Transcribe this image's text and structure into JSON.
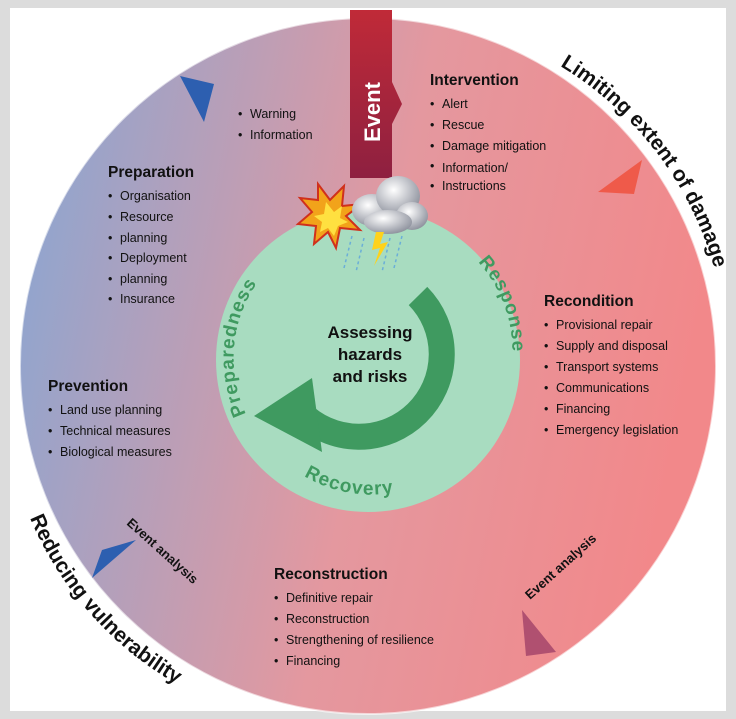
{
  "colors": {
    "circle_blue": "#8aa6d2",
    "circle_red": "#f2888a",
    "inner_green": "#a8dcc0",
    "arrow_green": "#3f9a60",
    "event_red": "#a8283a",
    "marker_blue": "#2d5fb0",
    "marker_red": "#ef5a4a",
    "marker_mauve": "#b05070"
  },
  "icons": {
    "explosion": "explosion-icon",
    "storm": "storm-cloud-icon"
  },
  "center": {
    "line1": "Assessing",
    "line2": "hazards",
    "line3": "and risks"
  },
  "cycle": {
    "preparedness": "Preparedness",
    "response": "Response",
    "recovery": "Recovery"
  },
  "event_label": "Event",
  "outer": {
    "limiting": "Limiting extent of damage",
    "reducing": "Reducing vulnerability"
  },
  "event_analysis_left": "Event analysis",
  "event_analysis_right": "Event analysis",
  "warning": {
    "items": [
      "Warning",
      "Information"
    ]
  },
  "intervention": {
    "title": "Intervention",
    "items": [
      "Alert",
      "Rescue",
      "Damage mitigation",
      "Information/",
      "Instructions"
    ]
  },
  "preparation": {
    "title": "Preparation",
    "items": [
      "Organisation",
      "Resource",
      "planning",
      "Deployment",
      "planning",
      "Insurance"
    ]
  },
  "recondition": {
    "title": "Recondition",
    "items": [
      "Provisional repair",
      "Supply and disposal",
      "Transport systems",
      "Communications",
      "Financing",
      "Emergency legislation"
    ]
  },
  "prevention": {
    "title": "Prevention",
    "items": [
      "Land use planning",
      "Technical measures",
      "Biological measures"
    ]
  },
  "reconstruction": {
    "title": "Reconstruction",
    "items": [
      "Definitive repair",
      "Reconstruction",
      "Strengthening of resilience",
      "Financing"
    ]
  }
}
